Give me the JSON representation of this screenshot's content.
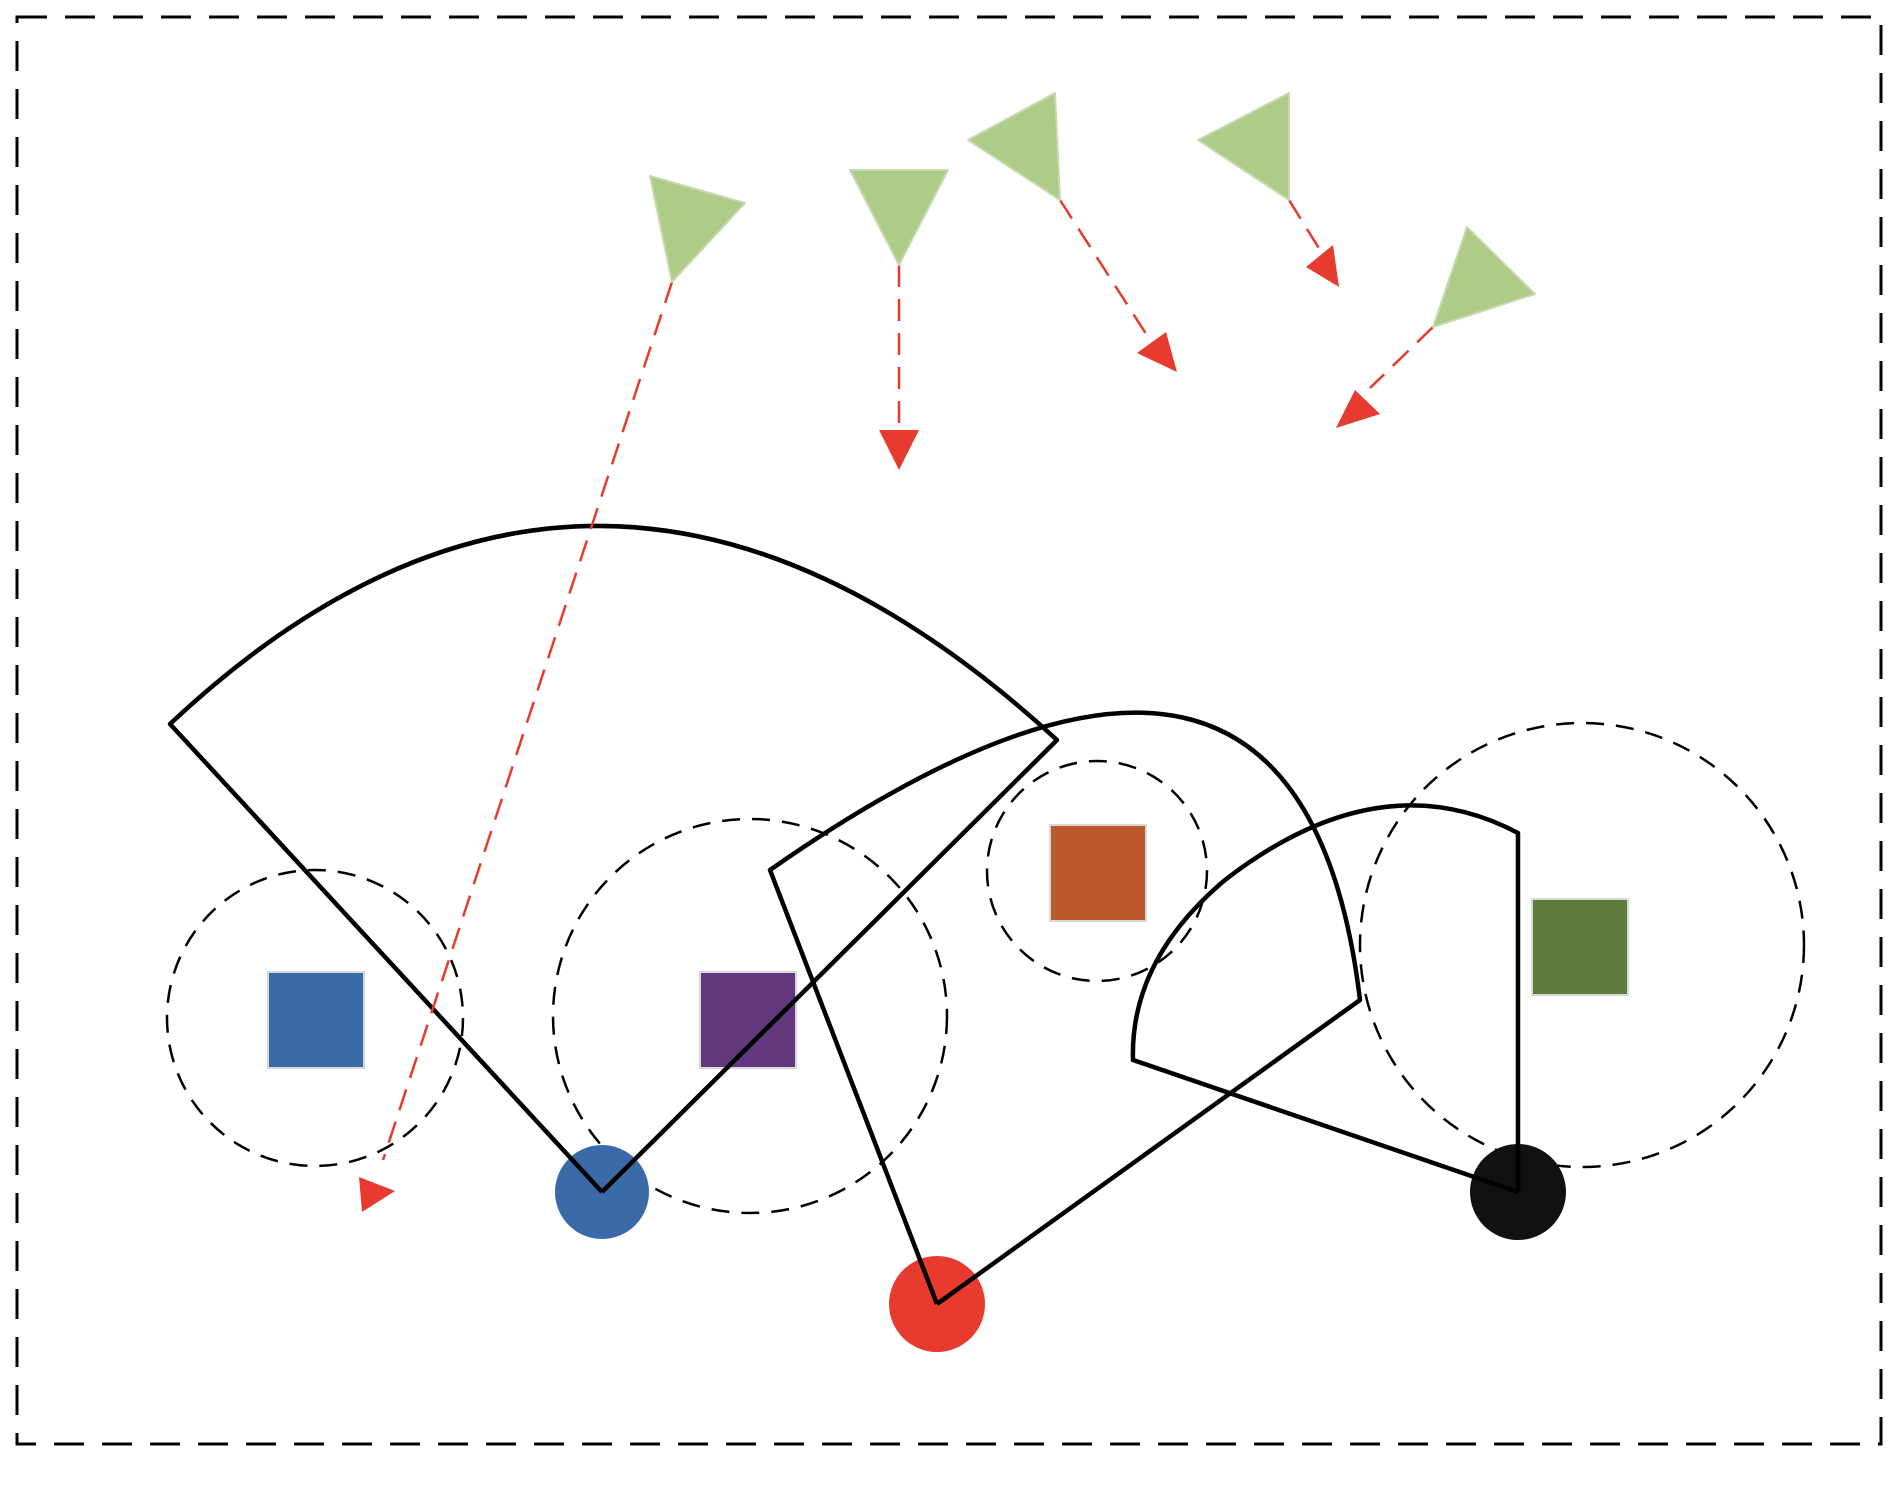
{
  "diagram": {
    "colors": {
      "background": "#ffffff",
      "boundary": "#000000",
      "sector_outline": "#000000",
      "coverage_circle": "#000000",
      "trajectory": "#e63b2e",
      "target_fill": "#aecb88",
      "target_stroke": "#c7d9b0"
    },
    "sensors": [
      {
        "id": "sensor-blue",
        "color": "#3b6aa8"
      },
      {
        "id": "sensor-red",
        "color": "#e63b2e"
      },
      {
        "id": "sensor-black",
        "color": "#111111"
      }
    ],
    "obstacles": [
      {
        "id": "obstacle-blue",
        "color": "#3b6aa8",
        "coverage": "dashed-circle"
      },
      {
        "id": "obstacle-purple",
        "color": "#63377e",
        "coverage": "dashed-circle"
      },
      {
        "id": "obstacle-orange",
        "color": "#bc5a2b",
        "coverage": "dashed-circle"
      },
      {
        "id": "obstacle-green",
        "color": "#5e7b3c",
        "coverage": "dashed-circle"
      }
    ],
    "targets": [
      {
        "id": "target-1",
        "icon": "triangle-marker",
        "motion": "arrow"
      },
      {
        "id": "target-2",
        "icon": "triangle-marker",
        "motion": "arrow"
      },
      {
        "id": "target-3",
        "icon": "triangle-marker",
        "motion": "arrow"
      },
      {
        "id": "target-4",
        "icon": "triangle-marker",
        "motion": "arrow"
      },
      {
        "id": "target-5",
        "icon": "triangle-marker",
        "motion": "arrow"
      }
    ]
  }
}
